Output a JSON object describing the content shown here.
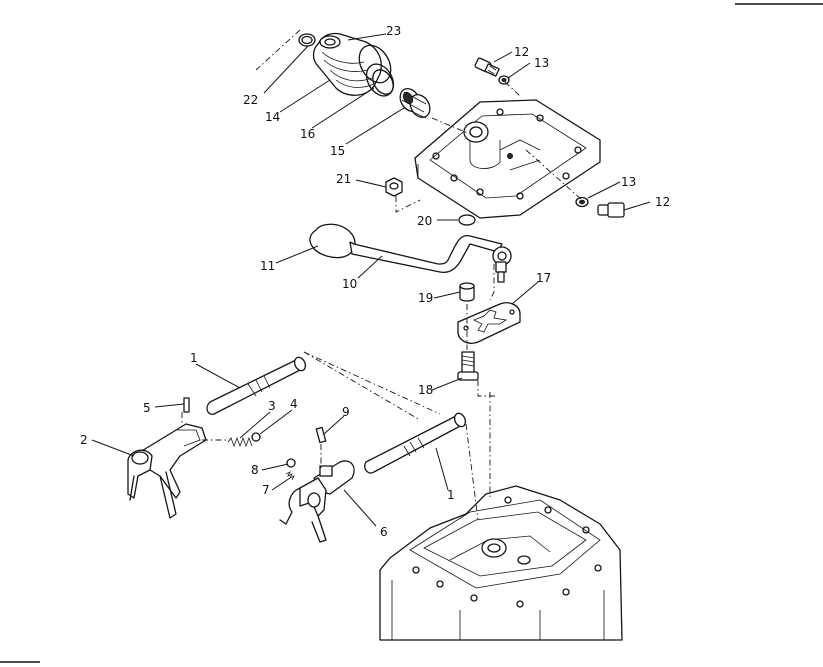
{
  "callouts": [
    {
      "id": "c1a",
      "label": "1"
    },
    {
      "id": "c1b",
      "label": "1"
    },
    {
      "id": "c2",
      "label": "2"
    },
    {
      "id": "c3",
      "label": "3"
    },
    {
      "id": "c4",
      "label": "4"
    },
    {
      "id": "c5",
      "label": "5"
    },
    {
      "id": "c6",
      "label": "6"
    },
    {
      "id": "c7",
      "label": "7"
    },
    {
      "id": "c8",
      "label": "8"
    },
    {
      "id": "c9",
      "label": "9"
    },
    {
      "id": "c10",
      "label": "10"
    },
    {
      "id": "c11",
      "label": "11"
    },
    {
      "id": "c12a",
      "label": "12"
    },
    {
      "id": "c12b",
      "label": "12"
    },
    {
      "id": "c13a",
      "label": "13"
    },
    {
      "id": "c13b",
      "label": "13"
    },
    {
      "id": "c14",
      "label": "14"
    },
    {
      "id": "c15",
      "label": "15"
    },
    {
      "id": "c16",
      "label": "16"
    },
    {
      "id": "c17",
      "label": "17"
    },
    {
      "id": "c18",
      "label": "18"
    },
    {
      "id": "c19",
      "label": "19"
    },
    {
      "id": "c20",
      "label": "20"
    },
    {
      "id": "c21",
      "label": "21"
    },
    {
      "id": "c22",
      "label": "22"
    },
    {
      "id": "c23",
      "label": "23"
    }
  ]
}
